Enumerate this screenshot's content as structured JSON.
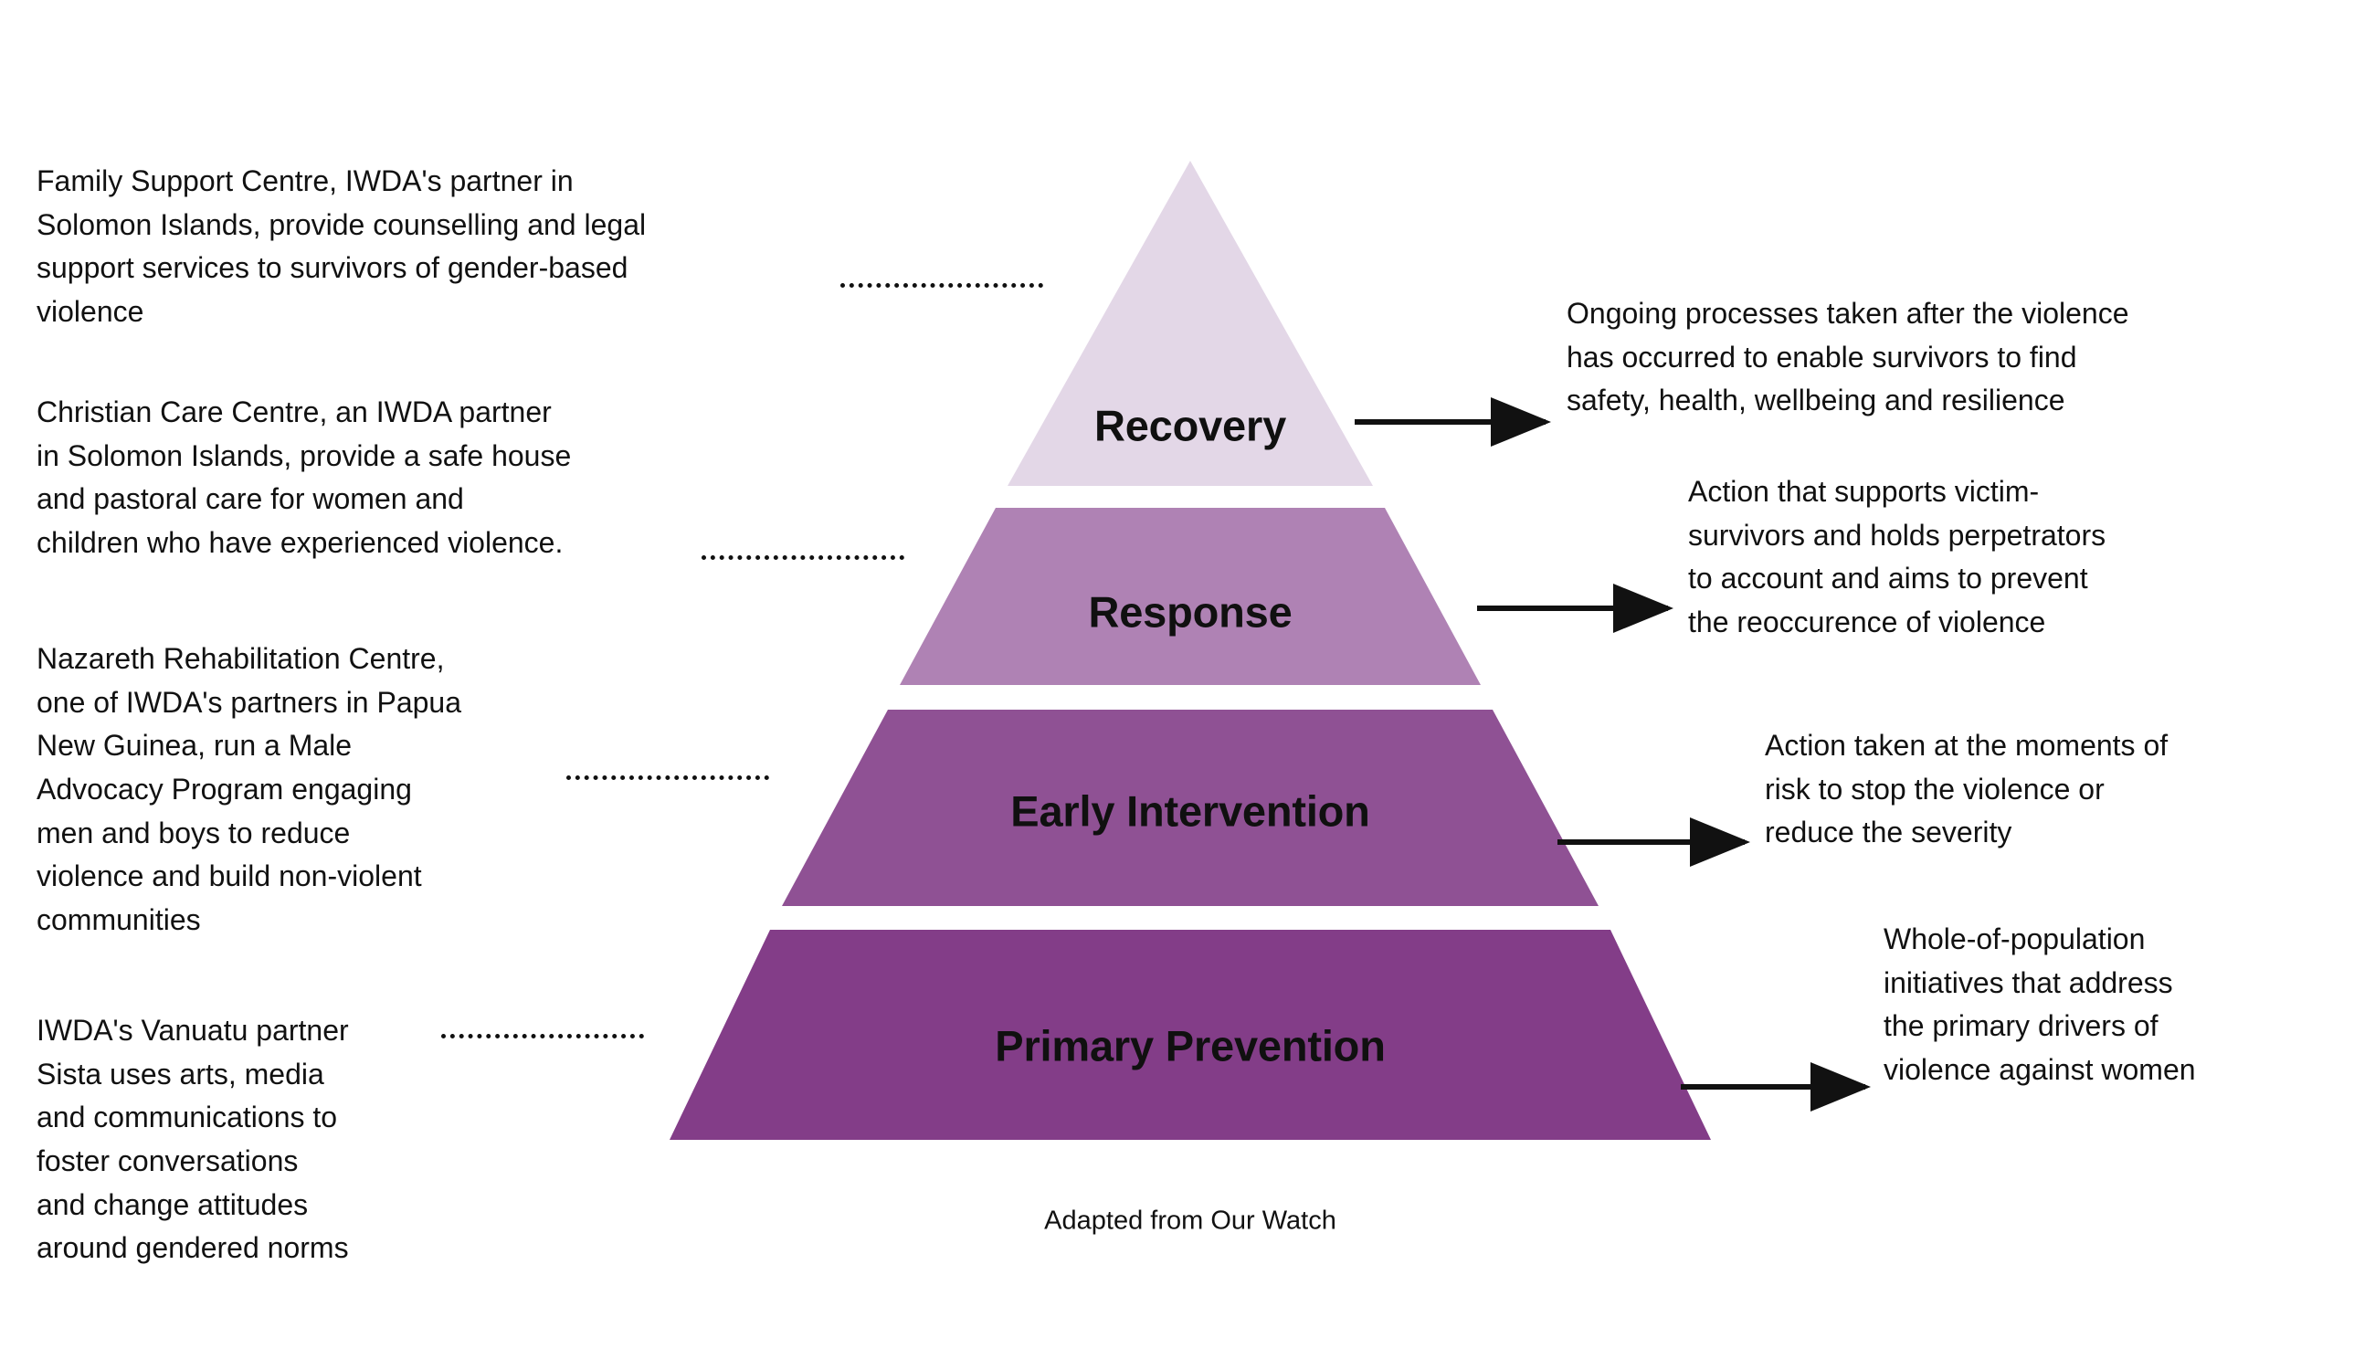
{
  "diagram": {
    "title": "Violence prevention continuum pyramid",
    "caption": "Adapted from Our Watch",
    "colors": {
      "recovery": "#E3D7E7",
      "response": "#AF82B4",
      "early_intervention": "#8F5194",
      "primary_prevention": "#833D88",
      "background": "#FFFFFF",
      "text": "#111111",
      "connector": "#111111"
    },
    "tiers": [
      {
        "id": "recovery",
        "label": "Recovery",
        "color": "#E3D7E7",
        "definition": "Ongoing processes taken after the violence\nhas occurred to enable survivors to find\nsafety, health, wellbeing and resilience",
        "example": "Family Support Centre, IWDA's partner in\nSolomon Islands, provide counselling and legal\nsupport services to survivors of gender-based\nviolence"
      },
      {
        "id": "response",
        "label": "Response",
        "color": "#AF82B4",
        "definition": "Action that supports victim-\nsurvivors and holds perpetrators\nto account and aims to prevent\nthe reoccurence of violence",
        "example": "Christian Care Centre, an IWDA partner\nin Solomon Islands, provide a safe house\nand pastoral care for women and\nchildren who have experienced violence."
      },
      {
        "id": "early-intervention",
        "label": "Early Intervention",
        "color": "#8F5194",
        "definition": "Action taken at the moments of\nrisk to stop the violence or\nreduce the severity",
        "example": "Nazareth Rehabilitation Centre,\none of IWDA's partners in Papua\nNew Guinea, run a Male\nAdvocacy Program engaging\nmen and boys to reduce\nviolence and build non-violent\ncommunities"
      },
      {
        "id": "primary-prevention",
        "label": "Primary Prevention",
        "color": "#833D88",
        "definition": "Whole-of-population\ninitiatives that address\nthe primary drivers of\nviolence against women",
        "example": "IWDA's Vanuatu partner\nSista uses arts, media\nand communications to\nfoster conversations\nand change attitudes\naround gendered norms"
      }
    ]
  }
}
